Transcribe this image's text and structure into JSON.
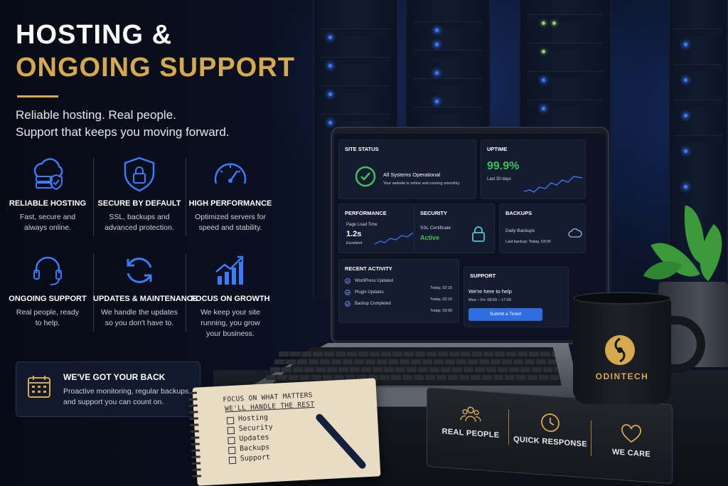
{
  "headline": {
    "line1": "HOSTING &",
    "line2": "ONGOING SUPPORT"
  },
  "tagline": {
    "line1": "Reliable hosting. Real people.",
    "line2": "Support that keeps you moving forward."
  },
  "features": [
    {
      "icon": "cloud-server-shield-icon",
      "title": "RELIABLE HOSTING",
      "line1": "Fast, secure and",
      "line2": "always online."
    },
    {
      "icon": "shield-lock-icon",
      "title": "SECURE BY DEFAULT",
      "line1": "SSL, backups and",
      "line2": "advanced protection."
    },
    {
      "icon": "speedometer-icon",
      "title": "HIGH PERFORMANCE",
      "line1": "Optimized servers for",
      "line2": "speed and stability."
    },
    {
      "icon": "headset-icon",
      "title": "ONGOING SUPPORT",
      "line1": "Real people, ready",
      "line2": "to help."
    },
    {
      "icon": "refresh-icon",
      "title": "UPDATES & MAINTENANCE",
      "line1": "We handle the updates",
      "line2": "so you don't have to."
    },
    {
      "icon": "growth-chart-icon",
      "title": "FOCUS ON GROWTH",
      "line1": "We keep your site",
      "line2": "running, you grow",
      "line3": "your business."
    }
  ],
  "back_card": {
    "icon": "calendar-icon",
    "title": "WE'VE GOT YOUR BACK",
    "line1": "Proactive monitoring, regular backups",
    "line2": "and support you can count on."
  },
  "dashboard": {
    "site_status": {
      "title": "SITE STATUS",
      "status": "All Systems Operational",
      "detail": "Your website is online and running smoothly."
    },
    "uptime": {
      "title": "UPTIME",
      "value": "99.9%",
      "period": "Last 30 days"
    },
    "performance": {
      "title": "PERFORMANCE",
      "label": "Page Load Time",
      "value": "1.2s",
      "rating": "Excellent"
    },
    "security": {
      "title": "SECURITY",
      "label": "SSL Certificate",
      "value": "Active"
    },
    "backups": {
      "title": "BACKUPS",
      "label": "Daily Backups",
      "last": "Last backup: Today, 03:00"
    },
    "recent_activity": {
      "title": "RECENT ACTIVITY",
      "items": [
        {
          "label": "WordPress Updated",
          "time": "Today, 02:15"
        },
        {
          "label": "Plugin Updates",
          "time": "Today, 02:10"
        },
        {
          "label": "Backup Completed",
          "time": "Today, 03:00"
        }
      ]
    },
    "support": {
      "title": "SUPPORT",
      "heading": "We're here to help",
      "hours": "Mon – Fri: 08:00 – 17:00",
      "button": "Submit a Ticket"
    }
  },
  "notebook": {
    "heading1": "FOCUS ON WHAT MATTERS",
    "heading2": "WE'LL HANDLE THE REST",
    "items": [
      "Hosting",
      "Security",
      "Updates",
      "Backups",
      "Support"
    ]
  },
  "sign": [
    {
      "icon": "people-icon",
      "label": "REAL PEOPLE"
    },
    {
      "icon": "clock-icon",
      "label": "QUICK RESPONSE"
    },
    {
      "icon": "heart-icon",
      "label": "WE CARE"
    }
  ],
  "mug": {
    "brand": "ODINTECH"
  },
  "colors": {
    "accent_gold": "#d6a94e",
    "accent_blue": "#3b7bff",
    "status_green": "#3ec15a",
    "background": "#060b16"
  }
}
